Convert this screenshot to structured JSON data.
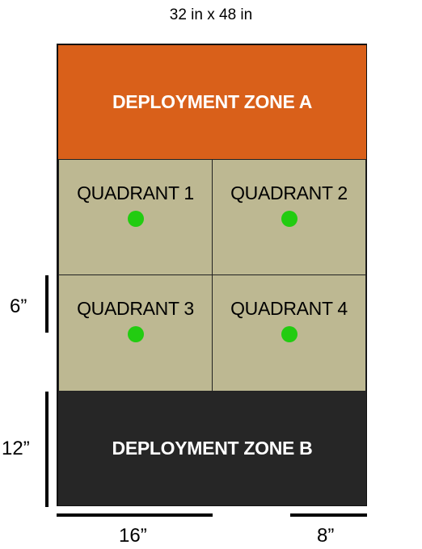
{
  "title": "32 in x 48 in",
  "zones": {
    "a": {
      "label": "DEPLOYMENT ZONE A",
      "color": "#D9601A"
    },
    "b": {
      "label": "DEPLOYMENT ZONE B",
      "color": "#262626"
    }
  },
  "quadrants": [
    {
      "label": "QUADRANT 1"
    },
    {
      "label": "QUADRANT 2"
    },
    {
      "label": "QUADRANT 3"
    },
    {
      "label": "QUADRANT 4"
    }
  ],
  "quadrant_color": "#BDB892",
  "objective_color": "#22CC11",
  "dimensions": {
    "six": "6”",
    "twelve": "12”",
    "sixteen": "16”",
    "eight": "8”"
  }
}
